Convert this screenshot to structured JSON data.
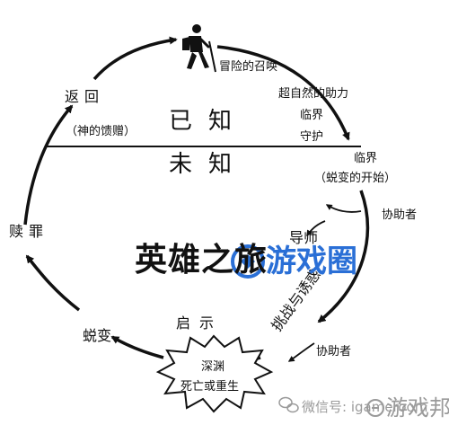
{
  "diagram": {
    "known": "已知",
    "unknown": "未知",
    "call_to_adventure": "冒险的召唤",
    "supernatural_aid": "超自然的助力",
    "threshold_guardian_1": "临界",
    "threshold_guardian_2": "守护",
    "threshold": "临界",
    "threshold_sub": "（蜕变的开始）",
    "helper_top": "协助者",
    "mentor": "导师",
    "challenges": "挑战与诱惑",
    "helper_bottom": "协助者",
    "revelation": "启示",
    "abyss": "深渊",
    "death_rebirth": "死亡或重生",
    "transformation": "蜕变",
    "atonement": "赎罪",
    "return": "返回",
    "gift": "（神的馈赠）",
    "hero_journey": "英雄之旅"
  },
  "watermark": {
    "site": "游戏圈",
    "wechat": "微信号: igameroom",
    "brand": "游戏邦"
  },
  "colors": {
    "ink": "#111111",
    "watermark_blue": "#2a6fd6",
    "watermark_grey": "#9a9a9a"
  }
}
